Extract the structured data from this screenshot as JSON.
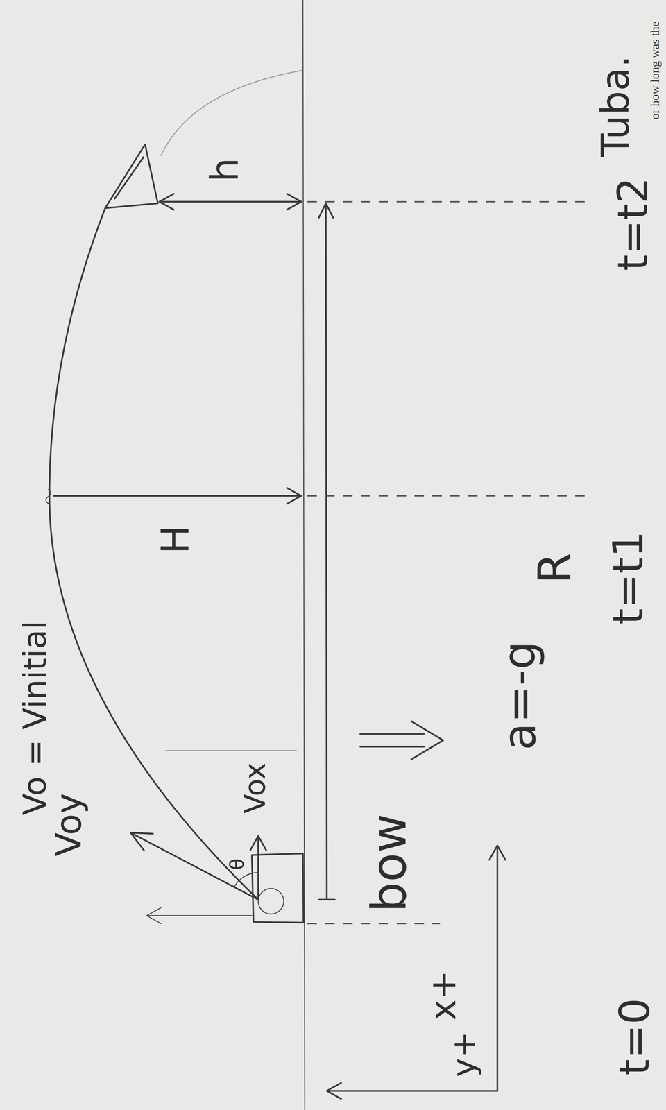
{
  "diagram": {
    "labels": [
      "Vo = Vinitial",
      "Voy",
      "θ",
      "Vox",
      "bow",
      "a=-g",
      "H",
      "R",
      "h",
      "Tuba.",
      "x+",
      "y+",
      "t=0",
      "t=t1",
      "t=t2",
      "or how long was the"
    ]
  }
}
